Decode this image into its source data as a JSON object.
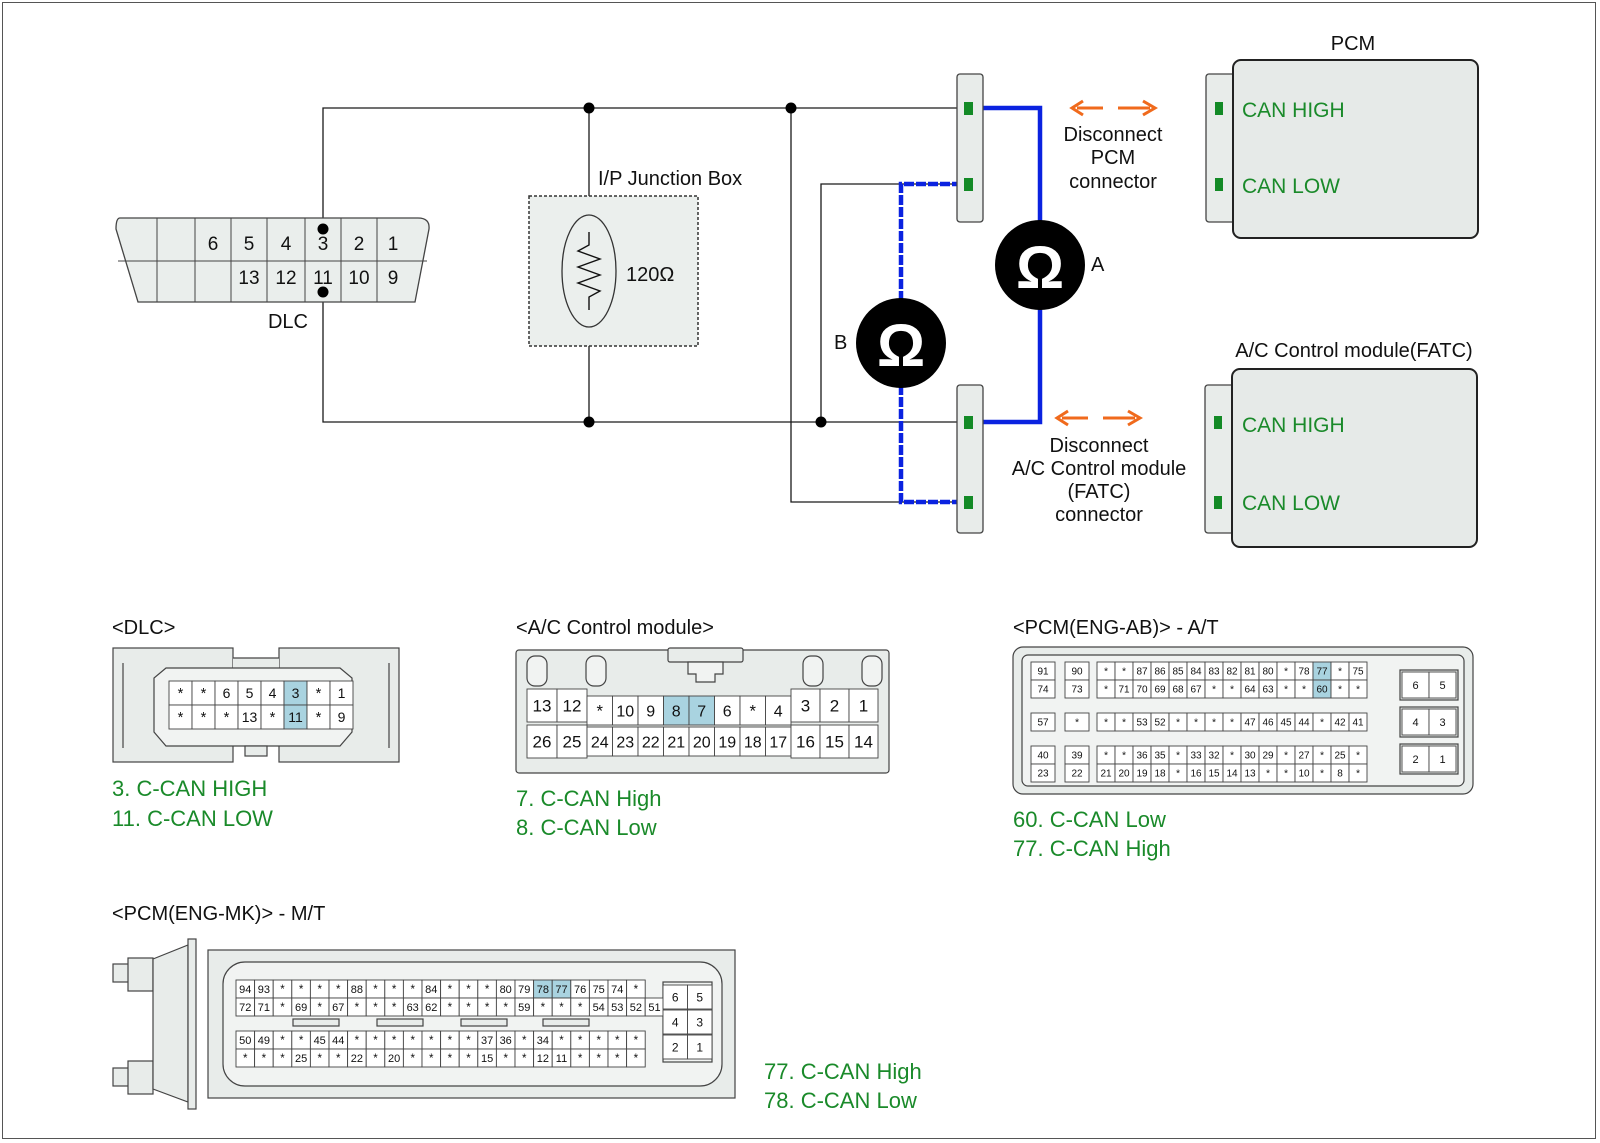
{
  "colors": {
    "wire": "#1a1a1a",
    "can_wire": "#0a22e0",
    "arrow": "#f06a1c",
    "green_text": "#1a8a2a",
    "pin_highlight": "#a9d3e0",
    "connector_fill": "#e8ecea",
    "module_fill": "#e6eae8",
    "junction_fill": "#ebefed",
    "meter_fill": "#000000",
    "pin_green": "#138a26"
  },
  "wiring": {
    "dlc": {
      "label": "DLC",
      "top_row": [
        "",
        "",
        "6",
        "5",
        "4",
        "3",
        "2",
        "1"
      ],
      "bottom_row": [
        "",
        "",
        "",
        "13",
        "12",
        "11",
        "10",
        "9"
      ]
    },
    "junction_box": {
      "label": "I/P Junction Box",
      "resistor": "120Ω"
    },
    "meters": [
      {
        "symbol": "Ω",
        "label": "A"
      },
      {
        "symbol": "Ω",
        "label": "B"
      }
    ],
    "pcm": {
      "title": "PCM",
      "pins": [
        "CAN HIGH",
        "CAN LOW"
      ],
      "disconnect_lines": [
        "Disconnect",
        "PCM",
        "connector"
      ]
    },
    "fatc": {
      "title": "A/C Control module(FATC)",
      "pins": [
        "CAN HIGH",
        "CAN LOW"
      ],
      "disconnect_lines": [
        "Disconnect",
        "A/C Control module",
        "(FATC)",
        "connector"
      ]
    }
  },
  "connectors": {
    "dlc": {
      "title": "<DLC>",
      "rows": [
        [
          "*",
          "*",
          "6",
          "5",
          "4",
          "3",
          "*",
          "1"
        ],
        [
          "*",
          "*",
          "*",
          "13",
          "*",
          "11",
          "*",
          "9"
        ]
      ],
      "highlight": [
        "3",
        "11"
      ],
      "notes": [
        "3. C-CAN HIGH",
        "11. C-CAN LOW"
      ]
    },
    "ac": {
      "title": "<A/C Control module>",
      "top_left": [
        "13",
        "12"
      ],
      "bottom_left": [
        "26",
        "25"
      ],
      "mid_top": [
        "*",
        "10",
        "9",
        "8",
        "7",
        "6",
        "*",
        "4"
      ],
      "mid_bottom": [
        "24",
        "23",
        "22",
        "21",
        "20",
        "19",
        "18",
        "17"
      ],
      "top_right": [
        "3",
        "2",
        "1"
      ],
      "bottom_right": [
        "16",
        "15",
        "14"
      ],
      "highlight": [
        "8",
        "7"
      ],
      "notes": [
        "7. C-CAN High",
        "8. C-CAN Low"
      ]
    },
    "pcm_ab": {
      "title": "<PCM(ENG-AB)> - A/T",
      "pair_a": [
        "91",
        "74"
      ],
      "pair_b": [
        "90",
        "73"
      ],
      "single_a": "57",
      "single_b": "*",
      "pair_c": [
        "40",
        "23"
      ],
      "pair_d": [
        "39",
        "22"
      ],
      "row1": [
        "*",
        "*",
        "87",
        "86",
        "85",
        "84",
        "83",
        "82",
        "81",
        "80",
        "*",
        "78",
        "77",
        "*",
        "75"
      ],
      "row2": [
        "*",
        "71",
        "70",
        "69",
        "68",
        "67",
        "*",
        "*",
        "64",
        "63",
        "*",
        "*",
        "60",
        "*",
        "*"
      ],
      "row3": [
        "*",
        "*",
        "53",
        "52",
        "*",
        "*",
        "*",
        "*",
        "47",
        "46",
        "45",
        "44",
        "*",
        "42",
        "41"
      ],
      "row4": [
        "*",
        "*",
        "36",
        "35",
        "*",
        "33",
        "32",
        "*",
        "30",
        "29",
        "*",
        "27",
        "*",
        "25",
        "*"
      ],
      "row5": [
        "21",
        "20",
        "19",
        "18",
        "*",
        "16",
        "15",
        "14",
        "13",
        "*",
        "*",
        "10",
        "*",
        "8",
        "*"
      ],
      "right_blocks": [
        [
          "6",
          "5"
        ],
        [
          "4",
          "3"
        ],
        [
          "2",
          "1"
        ]
      ],
      "highlight": [
        "77",
        "60"
      ],
      "notes": [
        "60. C-CAN Low",
        "77. C-CAN High"
      ]
    },
    "pcm_mk": {
      "title": "<PCM(ENG-MK)> - M/T",
      "row1": [
        "94",
        "93",
        "*",
        "*",
        "*",
        "*",
        "88",
        "*",
        "*",
        "*",
        "84",
        "*",
        "*",
        "*",
        "80",
        "79",
        "78",
        "77",
        "76",
        "75",
        "74",
        "*"
      ],
      "row2": [
        "72",
        "71",
        "*",
        "69",
        "*",
        "67",
        "*",
        "*",
        "*",
        "63",
        "62",
        "*",
        "*",
        "*",
        "*",
        "59",
        "*",
        "*",
        "*",
        "54",
        "53",
        "52",
        "51"
      ],
      "row3": [
        "50",
        "49",
        "*",
        "*",
        "45",
        "44",
        "*",
        "*",
        "*",
        "*",
        "*",
        "*",
        "*",
        "37",
        "36",
        "*",
        "34",
        "*",
        "*",
        "*",
        "*",
        "*"
      ],
      "row4": [
        "*",
        "*",
        "*",
        "25",
        "*",
        "*",
        "22",
        "*",
        "20",
        "*",
        "*",
        "*",
        "*",
        "15",
        "*",
        "*",
        "12",
        "11",
        "*",
        "*",
        "*",
        "*"
      ],
      "right_grid": [
        [
          "6",
          "5"
        ],
        [
          "4",
          "3"
        ],
        [
          "2",
          "1"
        ]
      ],
      "highlight": [
        "78",
        "77"
      ],
      "notes": [
        "77. C-CAN High",
        "78. C-CAN Low"
      ]
    }
  }
}
